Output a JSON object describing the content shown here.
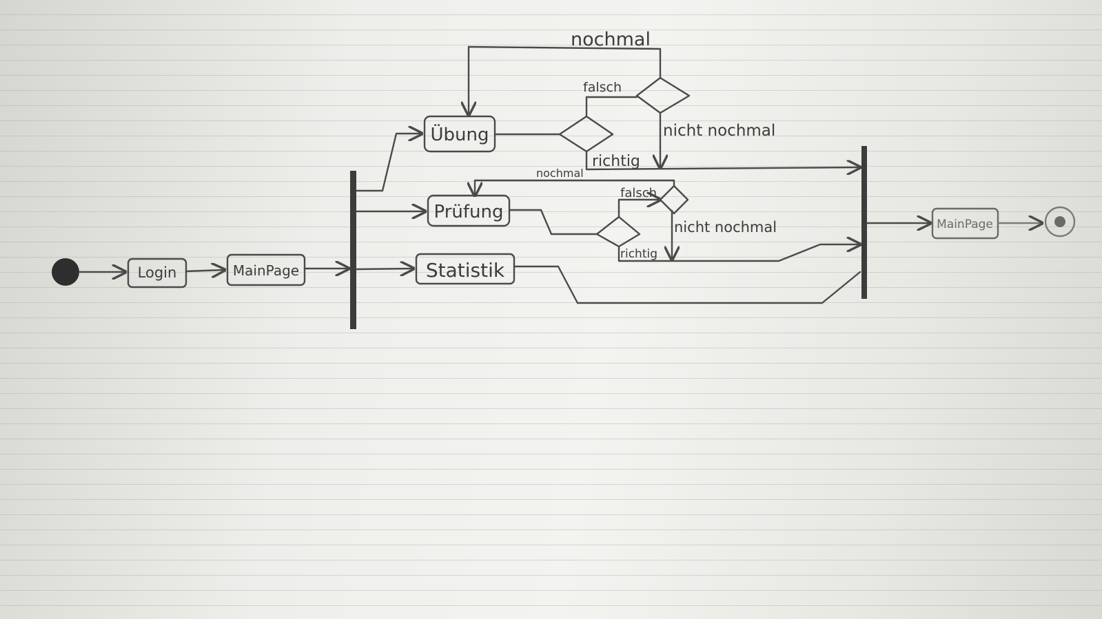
{
  "diagram": {
    "nodes": {
      "login": "Login",
      "main_page_1": "MainPage",
      "uebung": "Übung",
      "pruefung": "Prüfung",
      "statistik": "Statistik",
      "main_page_2": "MainPage"
    },
    "edge_labels": {
      "uebung_nochmal": "nochmal",
      "uebung_falsch": "falsch",
      "uebung_nicht_nochmal": "nicht nochmal",
      "uebung_richtig": "richtig",
      "pruefung_nochmal": "nochmal",
      "pruefung_falsch": "falsch",
      "pruefung_nicht_nochmal": "nicht nochmal",
      "pruefung_richtig": "richtig"
    }
  }
}
